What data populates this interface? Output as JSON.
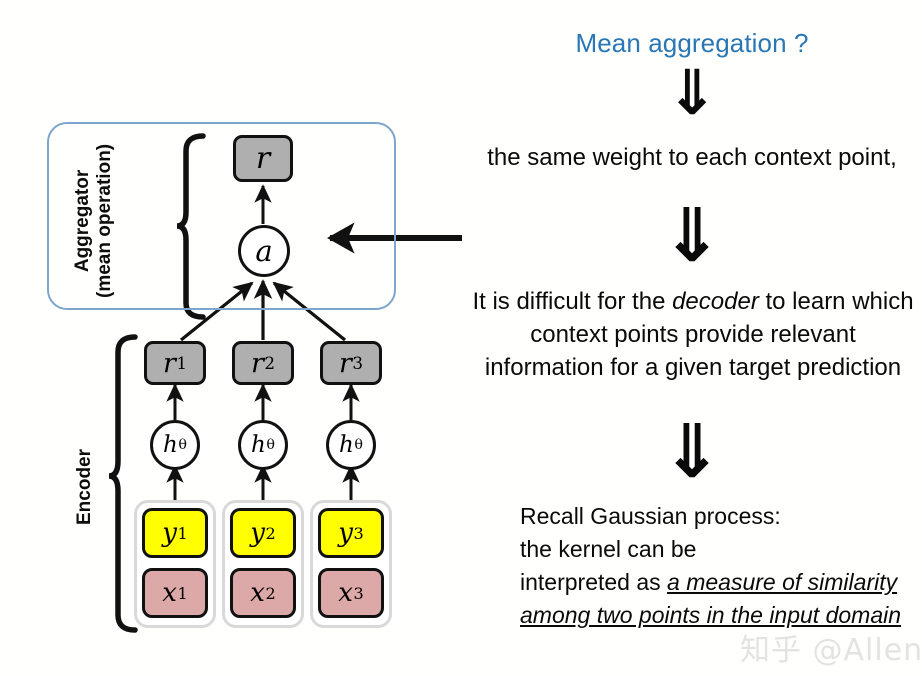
{
  "diagram": {
    "aggregator_label_line1": "Aggregator",
    "aggregator_label_line2": "(mean operation)",
    "encoder_label": "Encoder",
    "output_node": {
      "symbol": "r",
      "subscript": ""
    },
    "aggregation_node": {
      "symbol": "a"
    },
    "representation_nodes": [
      {
        "symbol": "r",
        "subscript": "1"
      },
      {
        "symbol": "r",
        "subscript": "2"
      },
      {
        "symbol": "r",
        "subscript": "3"
      }
    ],
    "encoder_nodes": [
      {
        "symbol": "h",
        "subscript": "θ"
      },
      {
        "symbol": "h",
        "subscript": "θ"
      },
      {
        "symbol": "h",
        "subscript": "θ"
      }
    ],
    "target_values": [
      {
        "symbol": "y",
        "subscript": "1"
      },
      {
        "symbol": "y",
        "subscript": "2"
      },
      {
        "symbol": "y",
        "subscript": "3"
      }
    ],
    "input_values": [
      {
        "symbol": "x",
        "subscript": "1"
      },
      {
        "symbol": "x",
        "subscript": "2"
      },
      {
        "symbol": "x",
        "subscript": "3"
      }
    ],
    "colors": {
      "aggregator_frame": "#7ea6cd",
      "representation_box": "#afafaf",
      "target_box": "#ffff00",
      "input_box": "#dda8a8",
      "stroke": "#111111"
    }
  },
  "right": {
    "title": "Mean aggregation ?",
    "title_color": "#2a77b5",
    "arrow_glyph": "⇓",
    "paragraph1": "the same weight to each context point,",
    "paragraph2": {
      "before": "It is difficult for the ",
      "emphasis": "decoder",
      "after": " to learn which context points provide relevant information for a given target prediction"
    },
    "paragraph3": {
      "line1": "Recall Gaussian process:",
      "line2": "the kernel can be",
      "line3_before": "interpreted as ",
      "line3_emphasis": "a measure of similarity among two points in the input domain"
    }
  },
  "watermark": {
    "text": "知乎 @Allen"
  }
}
